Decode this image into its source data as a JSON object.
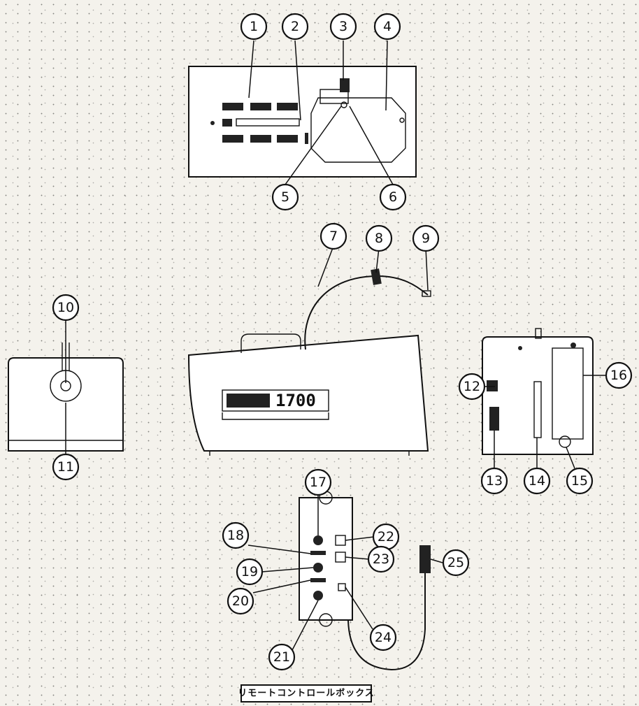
{
  "callouts": [
    "1",
    "2",
    "3",
    "4",
    "5",
    "6",
    "7",
    "8",
    "9",
    "10",
    "11",
    "12",
    "13",
    "14",
    "15",
    "16",
    "17",
    "18",
    "19",
    "20",
    "21",
    "22",
    "23",
    "24",
    "25"
  ],
  "machine_label": "1700",
  "caption": "リモートコントロールボックス"
}
